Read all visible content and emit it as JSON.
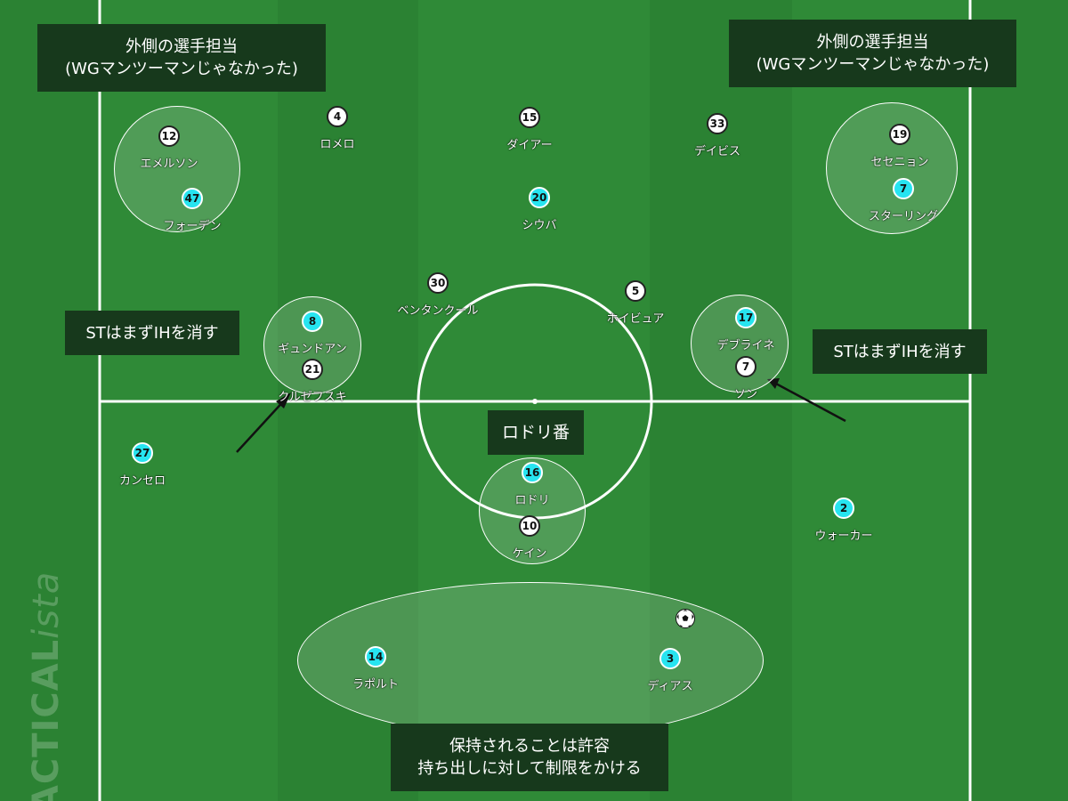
{
  "colors": {
    "pitch": "#2b8233",
    "stripe": "#2f8a37",
    "home_marker": "#27e4f0",
    "away_marker": "#ffffff",
    "annotation_bg": "#17391c"
  },
  "players": [
    {
      "number": "12",
      "name": "エメルソン",
      "team": "away"
    },
    {
      "number": "47",
      "name": "フォーデン",
      "team": "home"
    },
    {
      "number": "4",
      "name": "ロメロ",
      "team": "away"
    },
    {
      "number": "15",
      "name": "ダイアー",
      "team": "away"
    },
    {
      "number": "20",
      "name": "シウバ",
      "team": "home"
    },
    {
      "number": "33",
      "name": "デイビス",
      "team": "away"
    },
    {
      "number": "19",
      "name": "セセニョン",
      "team": "away"
    },
    {
      "number": "7",
      "name": "スターリング",
      "team": "home"
    },
    {
      "number": "30",
      "name": "ベンタンクール",
      "team": "away"
    },
    {
      "number": "5",
      "name": "ホイビュア",
      "team": "away"
    },
    {
      "number": "8",
      "name": "ギュンドアン",
      "team": "home"
    },
    {
      "number": "21",
      "name": "クルゼフスキ",
      "team": "away"
    },
    {
      "number": "17",
      "name": "デブライネ",
      "team": "home"
    },
    {
      "number": "7",
      "name": "ソン",
      "team": "away"
    },
    {
      "number": "27",
      "name": "カンセロ",
      "team": "home"
    },
    {
      "number": "16",
      "name": "ロドリ",
      "team": "home"
    },
    {
      "number": "10",
      "name": "ケイン",
      "team": "away"
    },
    {
      "number": "2",
      "name": "ウォーカー",
      "team": "home"
    },
    {
      "number": "14",
      "name": "ラポルト",
      "team": "home"
    },
    {
      "number": "3",
      "name": "ディアス",
      "team": "home"
    }
  ],
  "annotations": {
    "outside_left": {
      "line1": "外側の選手担当",
      "line2": "(WGマンツーマンじゃなかった)"
    },
    "outside_right": {
      "line1": "外側の選手担当",
      "line2": "(WGマンツーマンじゃなかった)"
    },
    "st_left": "STはまずIHを消す",
    "st_right": "STはまずIHを消す",
    "rodri_mark": "ロドリ番",
    "possession": {
      "line1": "保持されることは許容",
      "line2": "持ち出しに対して制限をかける"
    }
  },
  "watermark": {
    "main": "TACTICAL",
    "suffix": "ista"
  }
}
